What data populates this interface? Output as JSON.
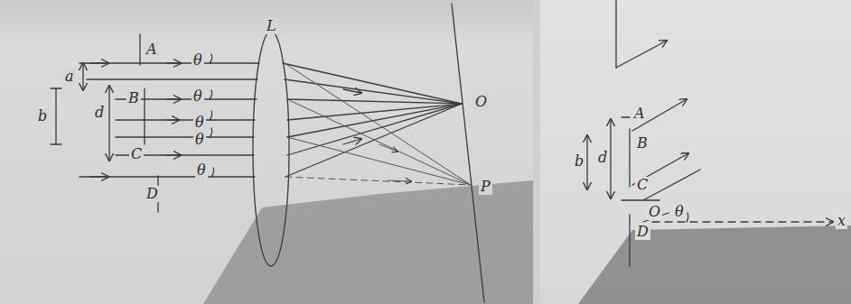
{
  "diagram": {
    "labels": [
      "L",
      "A",
      "a",
      "θ",
      "B",
      "θ",
      "b",
      "d",
      "θ",
      "O",
      "C",
      "θ",
      "D",
      "θ",
      "P",
      "A",
      "B",
      "b",
      "d",
      "C",
      "O",
      "D",
      "θ",
      "x"
    ]
  }
}
